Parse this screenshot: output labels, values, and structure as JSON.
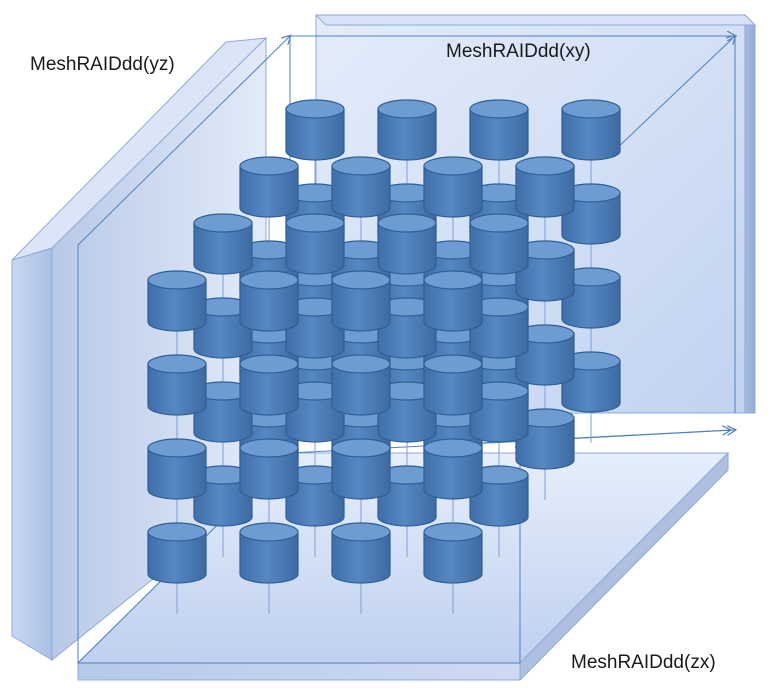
{
  "labels": {
    "yz": "MeshRAIDdd(yz)",
    "xy": "MeshRAIDdd(xy)",
    "zx": "MeshRAIDdd(zx)"
  },
  "grid": {
    "layers": 4,
    "rows": 4,
    "cols": 4
  },
  "colors": {
    "cylinder_body": "#4f81bd",
    "cylinder_top": "#6d9bd2",
    "cylinder_edge": "#2f5f94",
    "panel_face": "#c7d6f2",
    "panel_edge": "#7f9fd6",
    "axis_line": "#4f81bd"
  }
}
